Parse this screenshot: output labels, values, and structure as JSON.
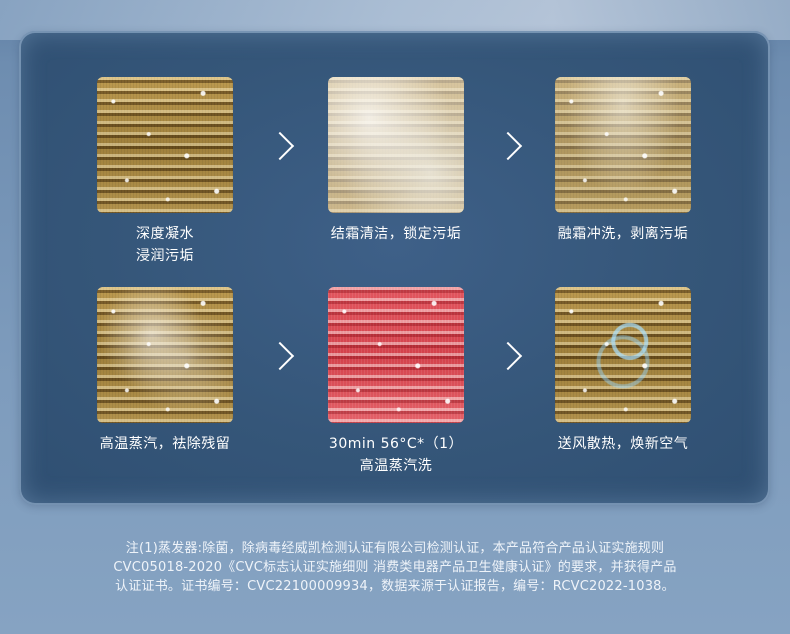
{
  "steps": [
    {
      "id": "condense",
      "line1": "深度凝水",
      "line2": "浸润污垢",
      "icon": "condensed-coil-image"
    },
    {
      "id": "frost",
      "line1": "结霜清洁，锁定污垢",
      "line2": "",
      "icon": "frosted-coil-image"
    },
    {
      "id": "melt",
      "line1": "融霜冲洗，剥离污垢",
      "line2": "",
      "icon": "melting-coil-image"
    },
    {
      "id": "steam",
      "line1": "高温蒸汽，祛除残留",
      "line2": "",
      "icon": "steam-coil-image"
    },
    {
      "id": "hot",
      "line1": "30min 56°C*（1）",
      "line2": "高温蒸汽洗",
      "icon": "heated-coil-image"
    },
    {
      "id": "fresh",
      "line1": "送风散热，焕新空气",
      "line2": "",
      "icon": "fresh-air-coil-image"
    }
  ],
  "arrow_icon": "chevron-right-icon",
  "footnote": {
    "line1": "注(1)蒸发器:除菌，除病毒经威凯检测认证有限公司检测认证，本产品符合产品认证实施规则",
    "line2": "CVC05018-2020《CVC标志认证实施细则 消费类电器产品卫生健康认证》的要求，并获得产品",
    "line3": "认证证书。证书编号：CVC22100009934，数据来源于认证报告，编号：RCVC2022-1038。"
  },
  "colors": {
    "panel": "#355679",
    "text": "#ffffff",
    "background": "#7e9cbd"
  }
}
